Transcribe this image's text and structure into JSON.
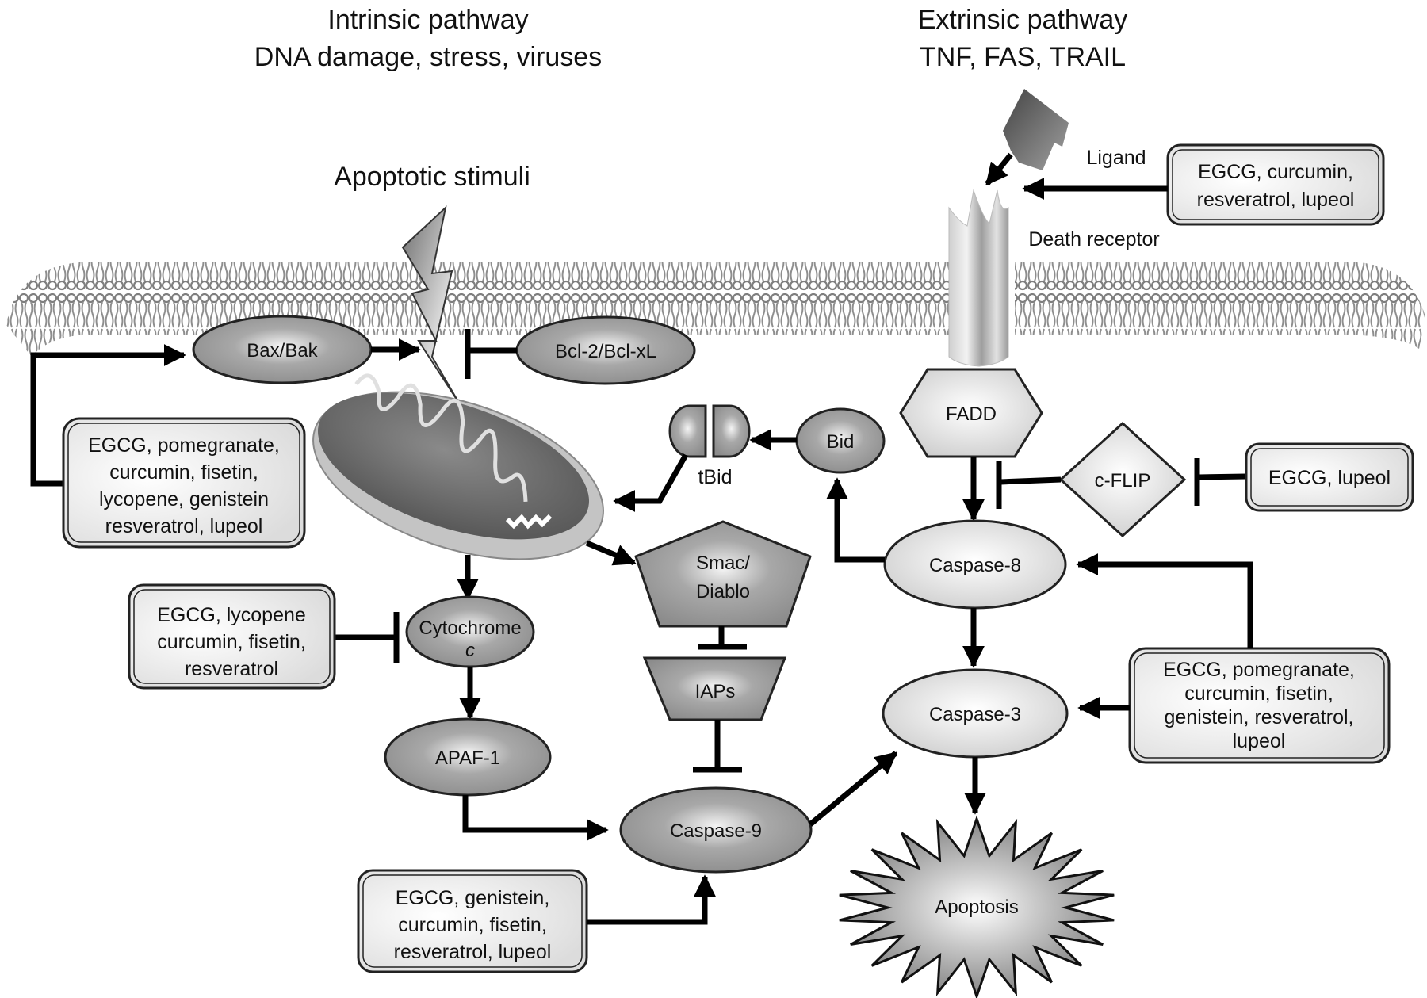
{
  "titles": {
    "intrinsic": [
      "Intrinsic pathway",
      "DNA damage, stress, viruses"
    ],
    "extrinsic": [
      "Extrinsic pathway",
      "TNF, FAS, TRAIL"
    ],
    "stimuli": "Apoptotic stimuli"
  },
  "labels": {
    "ligand": "Ligand",
    "death_receptor": "Death receptor",
    "tbid": "tBid"
  },
  "nodes": {
    "bax_bak": "Bax/Bak",
    "bcl2": "Bcl-2/Bcl-xL",
    "bid": "Bid",
    "fadd": "FADD",
    "cflip": "c-FLIP",
    "caspase8": "Caspase-8",
    "smac": [
      "Smac/",
      "Diablo"
    ],
    "cytochrome": [
      "Cytochrome",
      "c"
    ],
    "iaps": "IAPs",
    "apaf1": "APAF-1",
    "caspase9": "Caspase-9",
    "caspase3": "Caspase-3",
    "apoptosis": "Apoptosis"
  },
  "drug_boxes": {
    "ligand_inhibitors": [
      "EGCG, curcumin,",
      "resveratrol, lupeol"
    ],
    "bax_activators": [
      "EGCG, pomegranate,",
      "curcumin, fisetin,",
      "lycopene, genistein",
      "resveratrol, lupeol"
    ],
    "cflip_inhibitors": [
      "EGCG, lupeol"
    ],
    "cytochrome_inhibitors": [
      "EGCG, lycopene",
      "curcumin, fisetin,",
      "resveratrol"
    ],
    "caspase_activators": [
      "EGCG, pomegranate,",
      "curcumin, fisetin,",
      "genistein, resveratrol,",
      "lupeol"
    ],
    "caspase9_activators": [
      "EGCG, genistein,",
      "curcumin, fisetin,",
      "resveratrol, lupeol"
    ]
  },
  "colors": {
    "node_dark": "#9a9a9a",
    "node_light": "#d6d6d6",
    "drug_box": "#e4e4e4",
    "line": "#000000"
  }
}
